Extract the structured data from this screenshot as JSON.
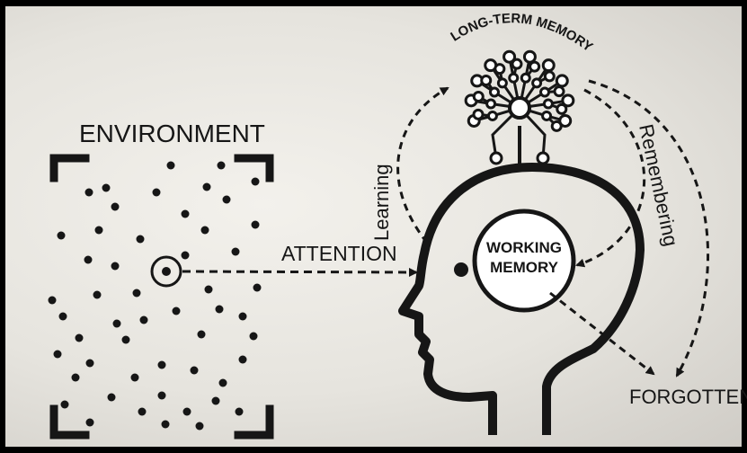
{
  "labels": {
    "environment": "ENVIRONMENT",
    "attention": "ATTENTION",
    "long_term_memory": "LONG-TERM MEMORY",
    "learning": "Learning",
    "remembering": "Remembering",
    "working_memory_line1": "WORKING",
    "working_memory_line2": "MEMORY",
    "forgotten": "FORGOTTEN"
  },
  "colors": {
    "ink": "#161616",
    "paper": "#e8e6e1"
  }
}
